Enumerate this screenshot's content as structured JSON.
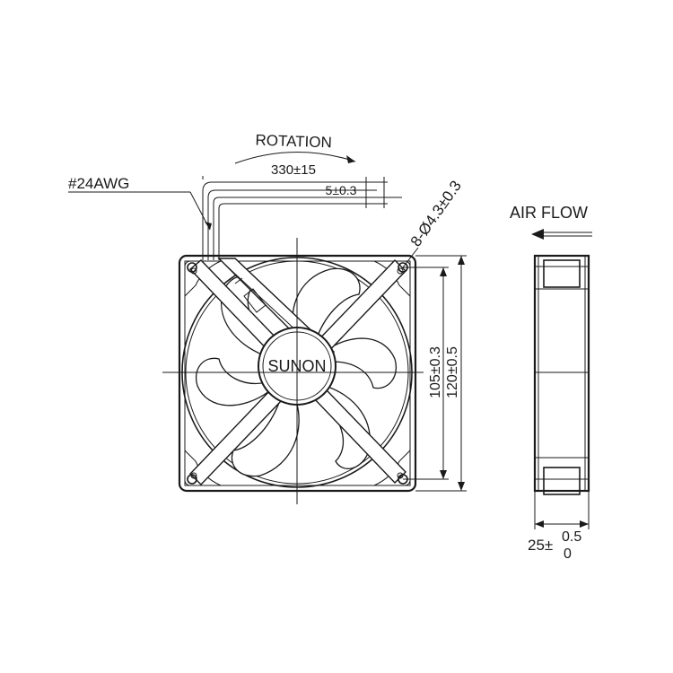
{
  "labels": {
    "rotation": "ROTATION",
    "lead_length": "330±15",
    "strip_length": "5±0.3",
    "wire_gauge": "#24AWG",
    "mounting_holes": "8-Ø4.3±0.3",
    "brand": "SUNON",
    "air_flow": "AIR FLOW",
    "hole_pitch": "105±0.3",
    "frame_size": "120±0.5",
    "thickness_base": "25±",
    "thickness_upper_tol": "0.5",
    "thickness_lower_tol": "0"
  },
  "colors": {
    "line": "#1a1a1a",
    "background": "#ffffff"
  },
  "icons": {
    "rotation": "curved-arrow-right-icon",
    "air_flow": "arrow-left-icon"
  }
}
